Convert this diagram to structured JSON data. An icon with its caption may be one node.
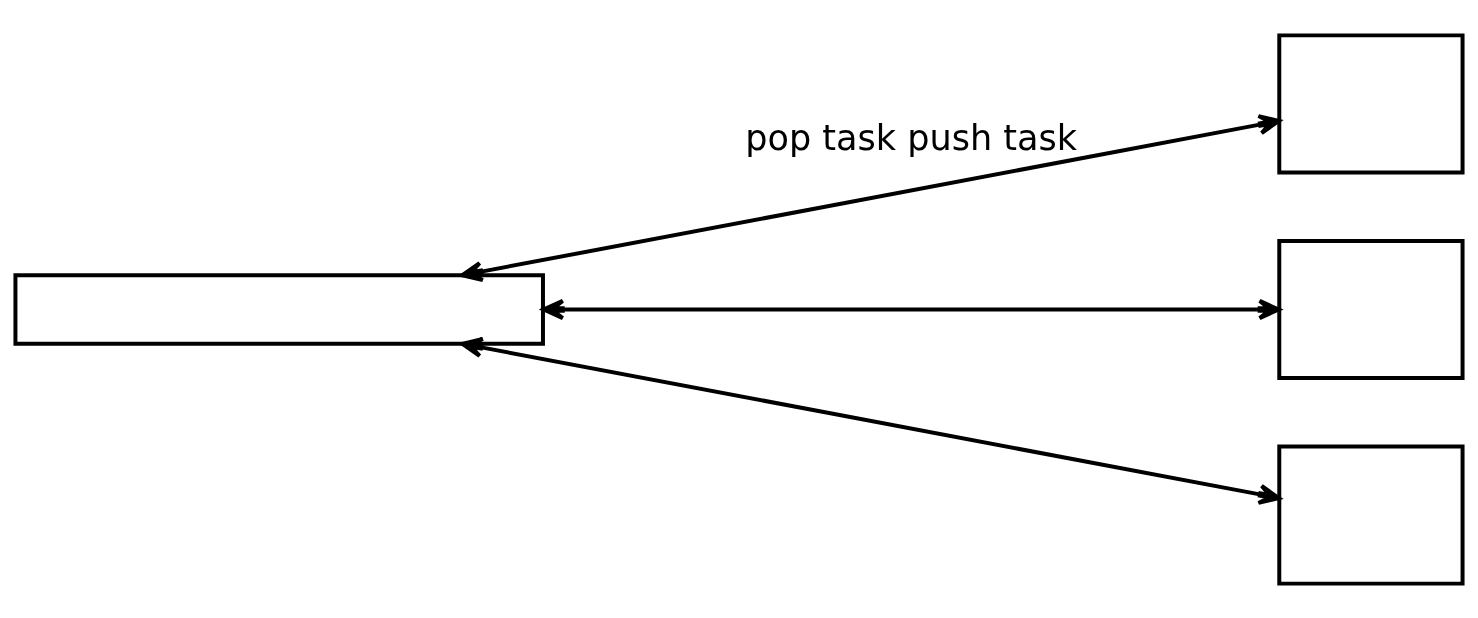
{
  "diagram": {
    "nodes": [
      {
        "text": [],
        "shape": "box"
      },
      {
        "text": [],
        "shape": "box"
      },
      {
        "text": [],
        "shape": "box"
      },
      {
        "text": [],
        "shape": "box"
      }
    ],
    "edges": [
      {
        "from": 0,
        "to": 1,
        "arrow": "both",
        "label": "pop task push task"
      },
      {
        "from": 0,
        "to": 2,
        "arrow": "both"
      },
      {
        "from": 0,
        "to": 3,
        "arrow": "both"
      }
    ]
  }
}
